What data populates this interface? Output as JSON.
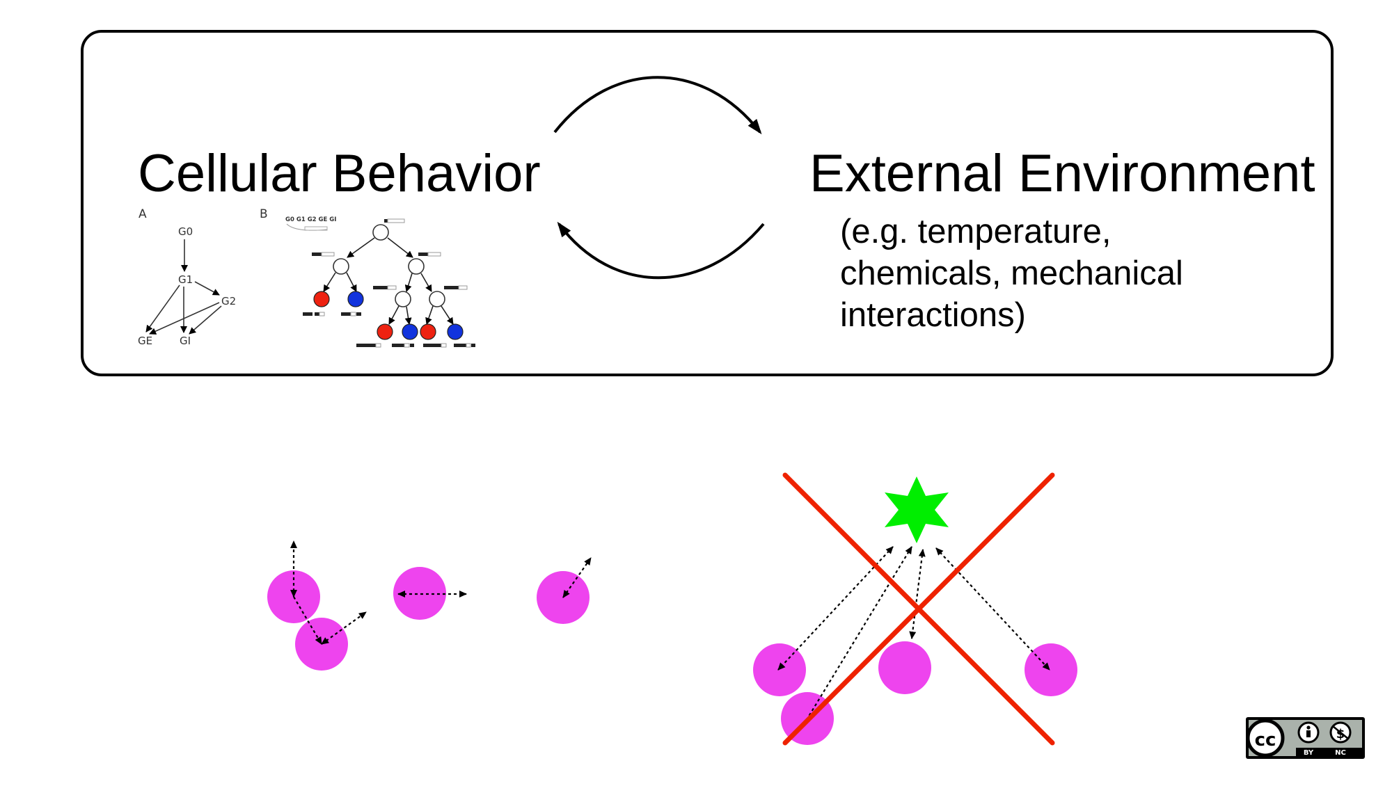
{
  "top_panel": {
    "left_title": "Cellular Behavior",
    "right_title": "External Environment",
    "right_subtitle_lines": [
      "(e.g. temperature,",
      "chemicals, mechanical",
      "interactions)"
    ]
  },
  "inset_a": {
    "panel_label": "A",
    "nodes": [
      "G0",
      "G1",
      "G2",
      "GE",
      "GI"
    ]
  },
  "inset_b": {
    "panel_label": "B",
    "header": "G0  G1 G2 GE  GI"
  },
  "license_badge": {
    "cc": "cc",
    "by": "BY",
    "nc": "NC"
  },
  "colors": {
    "cell": "#ee44ee",
    "star": "#00ee00",
    "cross": "#ee2200",
    "red_node": "#ee2211",
    "blue_node": "#1133dd"
  }
}
